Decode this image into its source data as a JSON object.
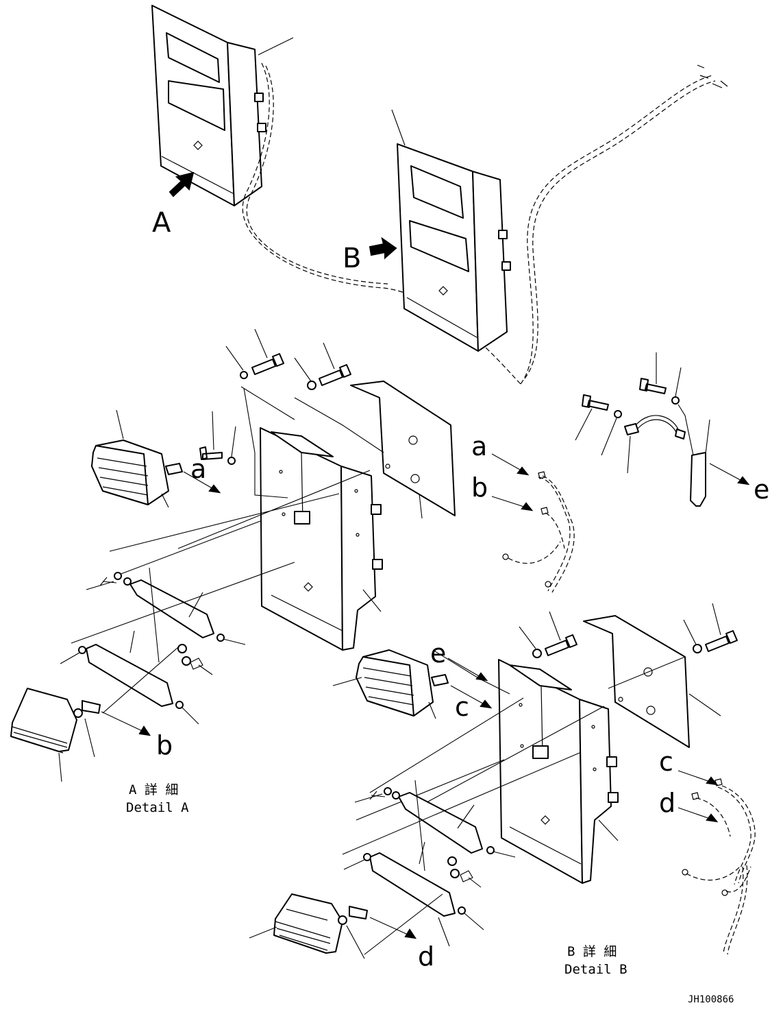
{
  "views": {
    "A": "A",
    "B": "B"
  },
  "connectors": {
    "a": "a",
    "b": "b",
    "c": "c",
    "d": "d",
    "e": "e"
  },
  "detail_a": {
    "jp": "A 詳 細",
    "en": "Detail A"
  },
  "detail_b": {
    "jp": "B 詳 細",
    "en": "Detail B"
  },
  "drawing_number": "JH100866",
  "colors": {
    "line": "#000000",
    "background": "#ffffff"
  }
}
